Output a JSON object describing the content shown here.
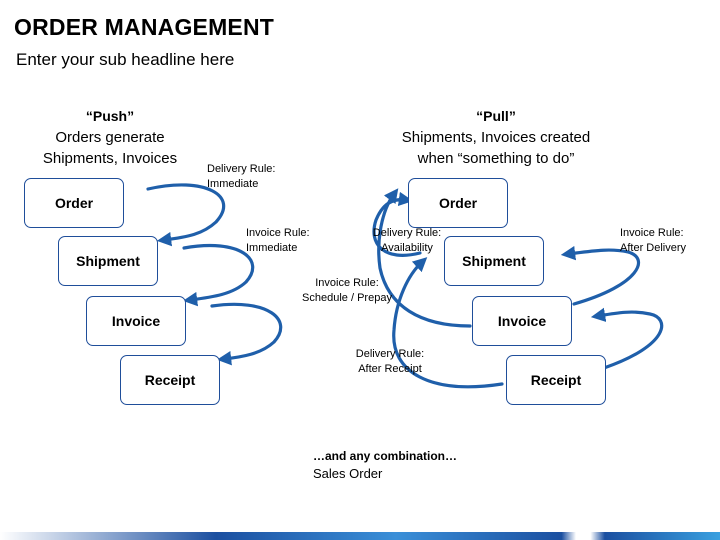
{
  "header": {
    "title": "ORDER MANAGEMENT",
    "subtitle": "Enter your sub headline here"
  },
  "push": {
    "heading": "“Push”",
    "desc_line1": "Orders generate",
    "desc_line2": "Shipments, Invoices",
    "boxes": [
      "Order",
      "Shipment",
      "Invoice",
      "Receipt"
    ],
    "rules": [
      {
        "line1": "Delivery Rule:",
        "line2": "Immediate"
      },
      {
        "line1": "Invoice Rule:",
        "line2": "Immediate"
      }
    ]
  },
  "pull": {
    "heading": "“Pull”",
    "desc_line1": "Shipments, Invoices created",
    "desc_line2": "when “something to do”",
    "boxes": [
      "Order",
      "Shipment",
      "Invoice",
      "Receipt"
    ],
    "rules": [
      {
        "line1": "Delivery Rule:",
        "line2": "Availability"
      },
      {
        "line1": "Invoice Rule:",
        "line2": "Schedule / Prepay"
      },
      {
        "line1": "Delivery Rule:",
        "line2": "After Receipt"
      },
      {
        "line1": "Invoice Rule:",
        "line2": "After Delivery"
      }
    ]
  },
  "footer_note": {
    "line1": "…and any combination…",
    "line2": "Sales Order"
  },
  "colors": {
    "accent": "#1f5faa",
    "box_border": "#1f4e9a"
  }
}
